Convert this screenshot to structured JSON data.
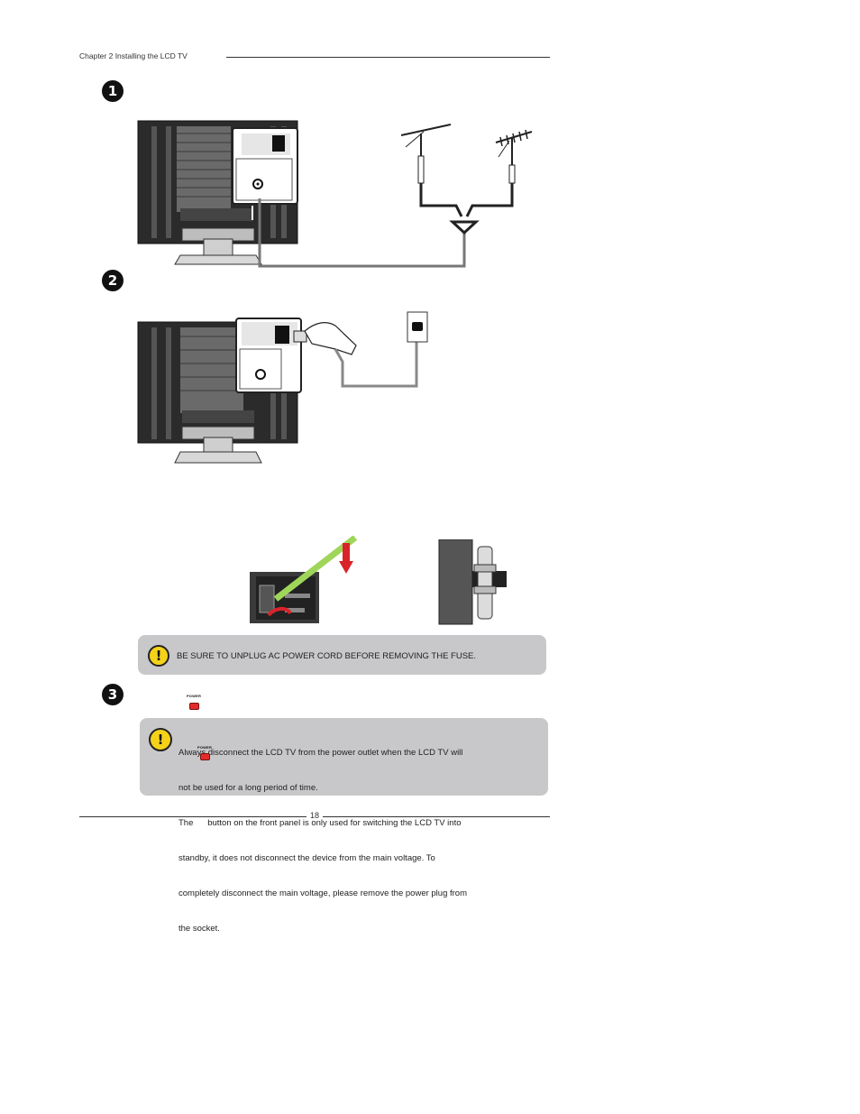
{
  "header": {
    "chapter_title": "Chapter 2 Installing the LCD TV"
  },
  "steps": [
    {
      "number": "1"
    },
    {
      "number": "2"
    },
    {
      "number": "3"
    }
  ],
  "warnings": {
    "fuse": "BE SURE TO UNPLUG AC POWER CORD BEFORE REMOVING THE FUSE.",
    "disconnect_lines": [
      "Always disconnect the LCD TV from the power outlet when the LCD TV will",
      "not be used for a long period of time.",
      "The      button on the front panel is only used for switching the LCD TV into",
      "standby, it does not disconnect the device from the main voltage. To",
      "completely disconnect the main voltage, please remove the power plug from",
      "the socket."
    ]
  },
  "power_button": {
    "label": "POWER",
    "color": "#e32b2b"
  },
  "footer": {
    "page_number": "18"
  },
  "colors": {
    "warning_box": "#c8c8ca",
    "warning_icon": "#f5d21a",
    "fuse_arrow": "#d9232a",
    "cable_green": "#9fd65a"
  }
}
